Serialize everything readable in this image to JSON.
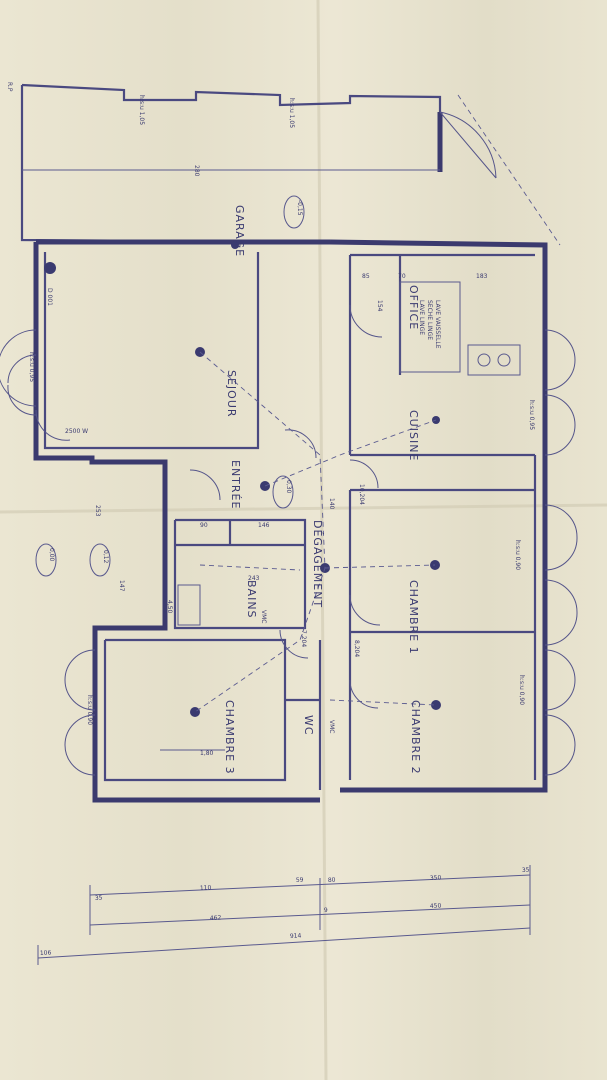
{
  "rooms": {
    "garage": "GARAGE",
    "sejour": "SEJOUR",
    "entree": "ENTRÉE",
    "office": "OFFICE",
    "cuisine": "CUISINE",
    "degagement": "DÉGAGEMENT",
    "chambre1": "CHAMBRE 1",
    "chambre2": "CHAMBRE 2",
    "chambre3": "CHAMBRE 3",
    "bains": "BAINS",
    "wc": "WC"
  },
  "levels": {
    "garage": "-0,15",
    "entree": "0,30",
    "hall": "0,12",
    "main": "0,00"
  },
  "window_labels": {
    "garage_top_left": "h:s:u 1,05",
    "garage_top_right": "h:s:u 1,05",
    "chambre1": "h:s:u 0,90",
    "chambre2": "h:s:u 0,90",
    "chambre3": "h:s:u 0,90",
    "sejour": "h:s:u 0,95",
    "cuisine": "h:s:u 0,95"
  },
  "dimensions": {
    "total": "914",
    "left": "462",
    "right": "450",
    "mid": "9",
    "p1": "110",
    "p2": "59",
    "p3": "80",
    "p4": "350",
    "p5": "35",
    "p6": "35",
    "outside": "106",
    "garage_w": "280",
    "sejour_a": "253",
    "sejour_b": "147",
    "bath_a": "90",
    "bath_b": "146",
    "bath_c": "243",
    "bath_d": "4,50",
    "cuisine_a": "140",
    "office_a": "85",
    "office_b": "70",
    "office_c": "183",
    "office_d": "154",
    "chambre3_dim": "1,80"
  },
  "notes": {
    "radiator_sejour": "2500 W",
    "plan_marker": "D 001",
    "office_equip_1": "LAVE LINGE",
    "office_equip_2": "SECHE LINGE",
    "office_equip_3": "LAVE VAISSELLE",
    "bains_equip": "VMC",
    "wc_equip": "VMC",
    "garage_corner": "R.P",
    "door_ref_1": "10,204",
    "door_ref_2": "7,204",
    "door_ref_3": "8,204"
  }
}
